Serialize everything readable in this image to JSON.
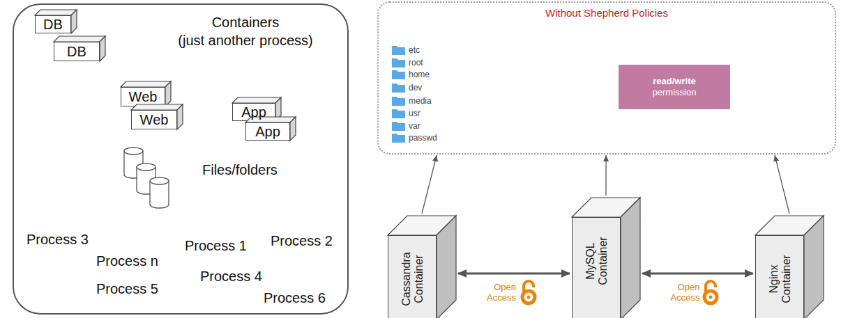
{
  "diagram": {
    "nodes": [
      {
        "text": [
          "Containers",
          "(just another process)"
        ]
      },
      {
        "text": [
          "DB"
        ],
        "in": 0
      },
      {
        "text": [
          "DB"
        ],
        "in": 0
      },
      {
        "text": [
          "Web"
        ],
        "in": 0
      },
      {
        "text": [
          "Web"
        ],
        "in": 0
      },
      {
        "text": [
          "App"
        ],
        "in": 0
      },
      {
        "text": [
          "App"
        ],
        "in": 0
      },
      {
        "text": [
          "Files/folders"
        ],
        "in": 0
      },
      {
        "text": [
          "Without Shepherd Policies"
        ]
      },
      {
        "text": [
          "read/write",
          "permission"
        ],
        "in": 8
      },
      {
        "text": [
          "Cassandra Container"
        ]
      },
      {
        "text": [
          "MySQL Container"
        ]
      },
      {
        "text": [
          "Nginx Container"
        ]
      }
    ],
    "edges": [
      {
        "from": 10,
        "to": 11,
        "arrow": "both",
        "label": "Open Access"
      },
      {
        "from": 11,
        "to": 12,
        "arrow": "both",
        "label": "Open Access"
      },
      {
        "from": 10,
        "to": 8,
        "arrow": "to"
      },
      {
        "from": 11,
        "to": 8,
        "arrow": "to"
      },
      {
        "from": 12,
        "to": 8,
        "arrow": "to"
      }
    ],
    "labels": [
      "Process 3",
      "Process n",
      "Process 5",
      "Process 1",
      "Process 4",
      "Process 2",
      "Process 6",
      "etc",
      "root",
      "home",
      "dev",
      "media",
      "usr",
      "var",
      "passwd"
    ]
  }
}
